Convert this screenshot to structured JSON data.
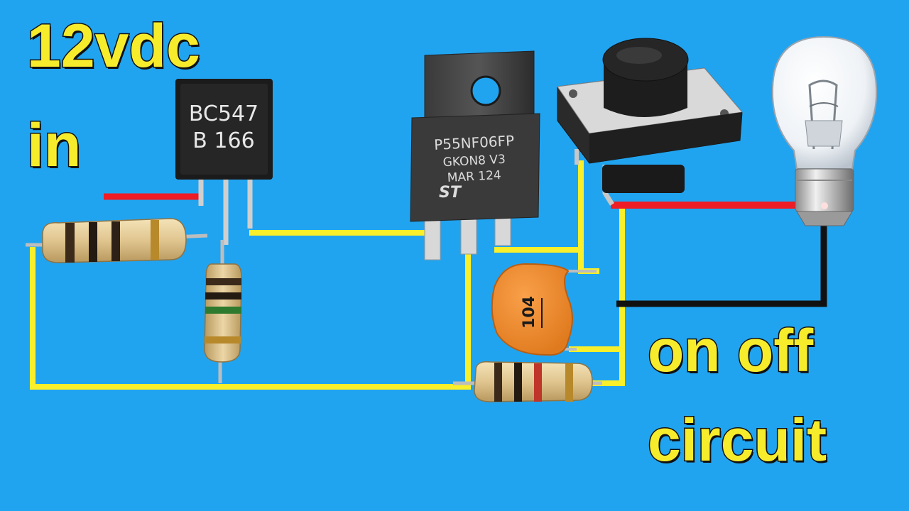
{
  "labels": {
    "voltage": "12vdc",
    "input": "in",
    "title_line1": "on off",
    "title_line2": "circuit"
  },
  "components": {
    "transistor_marking_line1": "BC547",
    "transistor_marking_line2": "B 166",
    "mosfet_marking_line1": "P55NF06FP",
    "mosfet_marking_line2": "GKON8   V3",
    "mosfet_marking_line3": "MAR   124",
    "mosfet_logo": "ST",
    "capacitor_code": "104"
  },
  "colors": {
    "background": "#21A4F0",
    "wire_yellow": "#F9EF2A",
    "wire_red": "#EE1C24",
    "wire_black": "#111111",
    "label_text": "#F7EC2C",
    "capacitor": "#F08A2C"
  }
}
